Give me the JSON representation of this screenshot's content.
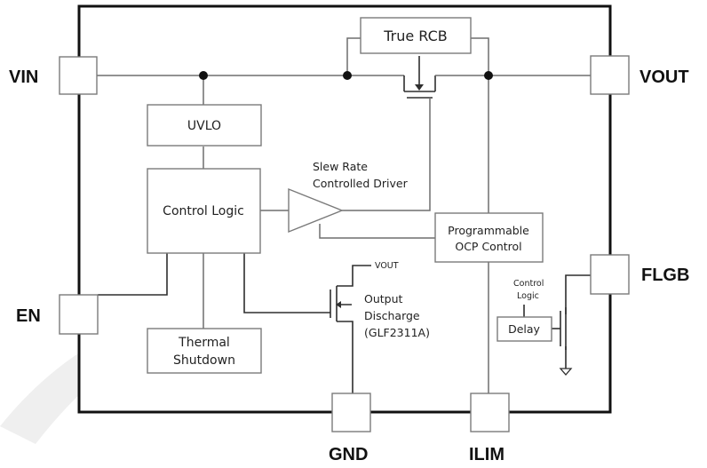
{
  "pins": {
    "vin": "VIN",
    "vout": "VOUT",
    "en": "EN",
    "flgb": "FLGB",
    "gnd": "GND",
    "ilim": "ILIM"
  },
  "blocks": {
    "true_rcb": "True RCB",
    "uvlo": "UVLO",
    "control_logic": "Control Logic",
    "thermal_line1": "Thermal",
    "thermal_line2": "Shutdown",
    "ocp_line1": "Programmable",
    "ocp_line2": "OCP Control",
    "delay": "Delay"
  },
  "annotations": {
    "slew_line1": "Slew Rate",
    "slew_line2": "Controlled Driver",
    "vout_small": "VOUT",
    "discharge_line1": "Output",
    "discharge_line2": "Discharge",
    "discharge_line3": "(GLF2311A)",
    "ctrl_small_line1": "Control",
    "ctrl_small_line2": "Logic"
  },
  "colors": {
    "chip_outline": "#111111",
    "block_outline": "#7a7a7a",
    "wire": "#6e6e6e"
  }
}
